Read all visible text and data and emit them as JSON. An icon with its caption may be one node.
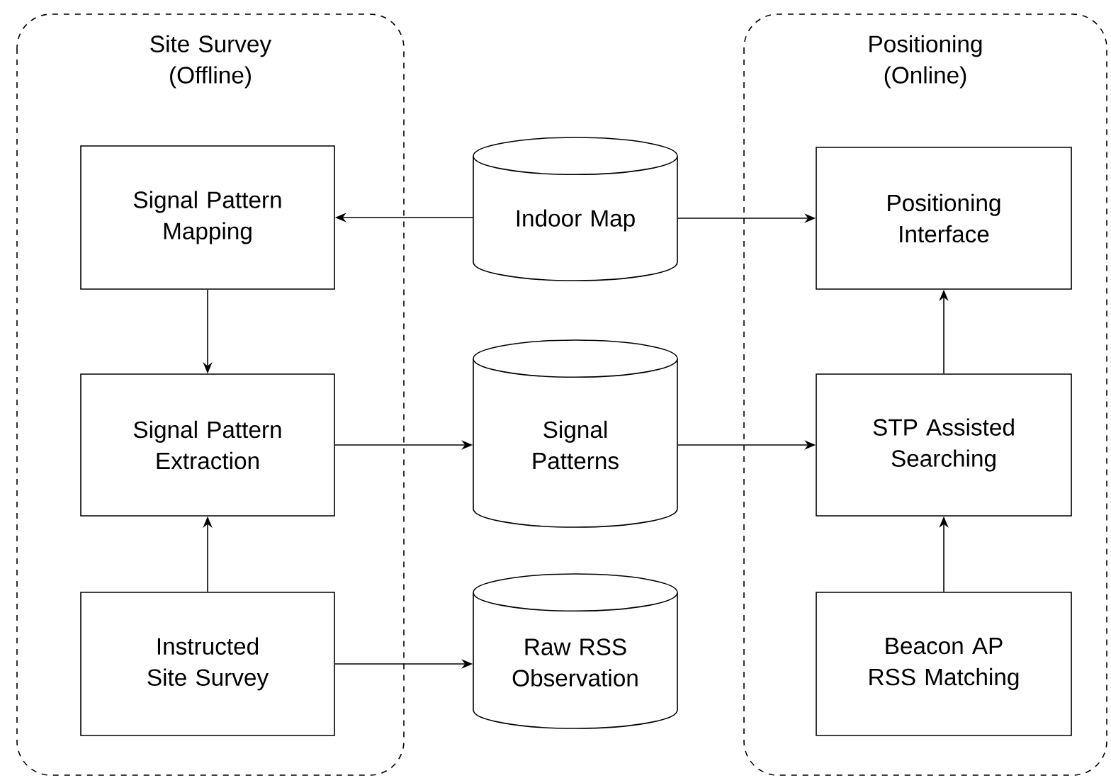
{
  "diagram": {
    "nodes": [
      {
        "text": [
          "Site Survey (Offline)"
        ]
      },
      {
        "text": [
          "Positioning (Online)"
        ]
      },
      {
        "text": [
          "Signal Pattern Mapping"
        ],
        "in": 0
      },
      {
        "text": [
          "Signal Pattern Extraction"
        ],
        "in": 0
      },
      {
        "text": [
          "Instructed Site Survey"
        ],
        "in": 0
      },
      {
        "text": [
          "Indoor Map"
        ]
      },
      {
        "text": [
          "Signal Patterns"
        ]
      },
      {
        "text": [
          "Raw RSS Observation"
        ]
      },
      {
        "text": [
          "Positioning Interface"
        ],
        "in": 1
      },
      {
        "text": [
          "STP Assisted Searching"
        ],
        "in": 1
      },
      {
        "text": [
          "Beacon AP RSS Matching"
        ],
        "in": 1
      }
    ],
    "edges": [
      {
        "from": 5,
        "to": 2,
        "arrow": "to"
      },
      {
        "from": 5,
        "to": 8,
        "arrow": "to"
      },
      {
        "from": 2,
        "to": 3,
        "arrow": "to"
      },
      {
        "from": 4,
        "to": 3,
        "arrow": "to"
      },
      {
        "from": 3,
        "to": 6,
        "arrow": "to"
      },
      {
        "from": 6,
        "to": 9,
        "arrow": "to"
      },
      {
        "from": 4,
        "to": 7,
        "arrow": "to"
      },
      {
        "from": 10,
        "to": 9,
        "arrow": "to"
      },
      {
        "from": 9,
        "to": 8,
        "arrow": "to"
      }
    ]
  }
}
